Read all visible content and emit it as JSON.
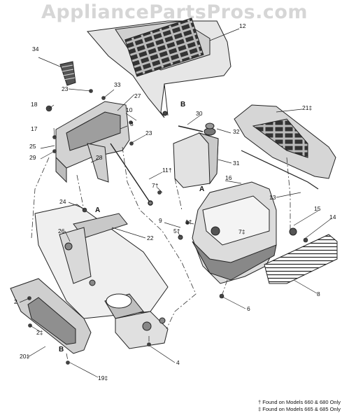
{
  "watermark": "AppliancePartsPros.com",
  "callouts": {
    "c12": "12",
    "c34": "34",
    "c23a": "23",
    "c33": "33",
    "c27": "27",
    "c18": "18",
    "c17": "17",
    "c10": "10",
    "c3": "3",
    "c23b": "23",
    "c25": "25",
    "c29": "29",
    "c28": "28",
    "c30": "30",
    "c32": "32",
    "c21": "21‡",
    "c31": "31",
    "c11": "11†",
    "c7a": "7†",
    "c16": "16",
    "c13": "13",
    "c24": "24",
    "c9": "9",
    "c1": "1†",
    "c7b": "7‡",
    "c15": "15",
    "c14": "14",
    "c5": "5†",
    "c26": "26",
    "c22": "22",
    "c8": "8",
    "c2a": "2",
    "c6": "6",
    "c2b": "2‡",
    "c20": "20‡",
    "c4": "4",
    "c19": "19‡"
  },
  "letters": {
    "b_top": "B",
    "a_tank": "A",
    "a_frame": "A",
    "b_bottom": "B"
  },
  "footnotes": [
    "† Found on Models 660 & 680 Only",
    "‡ Found on Models 665 & 685 Only"
  ]
}
